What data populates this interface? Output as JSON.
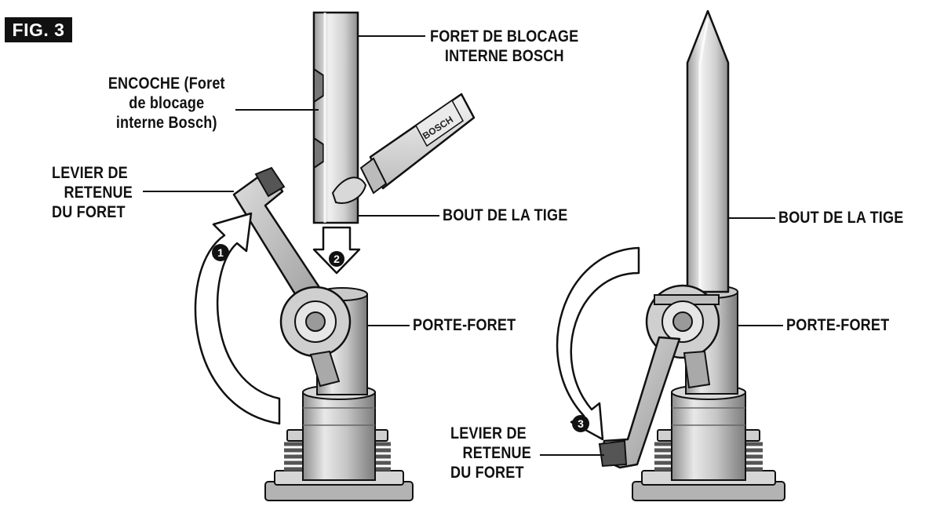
{
  "figure": {
    "badge": "FIG. 3"
  },
  "labels": {
    "bit_name": [
      "FORET DE BLOCAGE",
      "INTERNE BOSCH"
    ],
    "notch": [
      "ENCOCHE (Foret",
      "de blocage",
      "interne Bosch)"
    ],
    "lever_left": [
      "LEVIER DE",
      "RETENUE",
      "DU FORET"
    ],
    "shank_end_left": "BOUT DE LA TIGE",
    "shank_end_right": "BOUT DE LA TIGE",
    "bit_holder_left": "PORTE-FORET",
    "bit_holder_right": "PORTE-FORET",
    "lever_right": [
      "LEVIER DE",
      "RETENUE",
      "DU FORET"
    ]
  },
  "tube_brand": "BOSCH",
  "steps": [
    "1",
    "2",
    "3"
  ],
  "colors": {
    "ink": "#111111",
    "metal_light": "#e4e4e4",
    "metal_mid": "#bdbdbd",
    "metal_dark": "#8a8a8a"
  }
}
